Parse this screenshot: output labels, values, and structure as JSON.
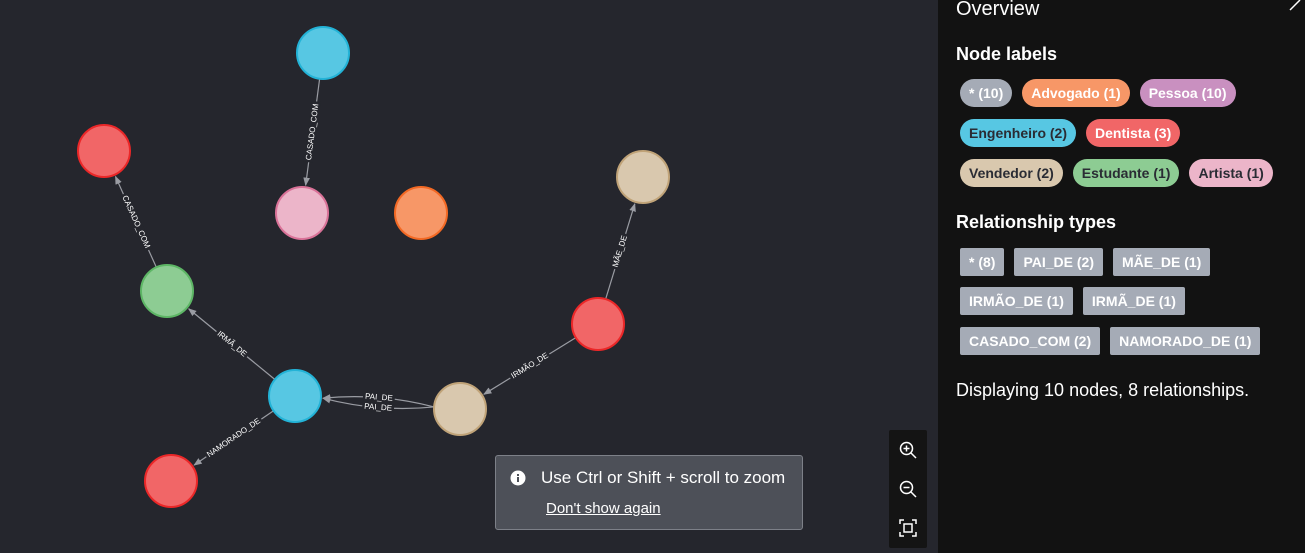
{
  "graph": {
    "nodes": [
      {
        "id": "n1",
        "color": "#57c7e3",
        "border": "#23b3d7"
      },
      {
        "id": "n2",
        "color": "#f16667",
        "border": "#eb2728"
      },
      {
        "id": "n3",
        "color": "#ecb5c9",
        "border": "#da7298"
      },
      {
        "id": "n4",
        "color": "#f79767",
        "border": "#f36924"
      },
      {
        "id": "n5",
        "color": "#d9c8ae",
        "border": "#c0a378"
      },
      {
        "id": "n6",
        "color": "#8dcc93",
        "border": "#5db665"
      },
      {
        "id": "n7",
        "color": "#f16667",
        "border": "#eb2728"
      },
      {
        "id": "n8",
        "color": "#57c7e3",
        "border": "#23b3d7"
      },
      {
        "id": "n9",
        "color": "#d9c8ae",
        "border": "#c0a378"
      },
      {
        "id": "n10",
        "color": "#f16667",
        "border": "#eb2728"
      }
    ],
    "relationships": [
      {
        "from": "n1",
        "to": "n3",
        "type": "CASADO_COM"
      },
      {
        "from": "n6",
        "to": "n2",
        "type": "CASADO_COM"
      },
      {
        "from": "n7",
        "to": "n5",
        "type": "MÃE_DE"
      },
      {
        "from": "n7",
        "to": "n9",
        "type": "IRMÃO_DE"
      },
      {
        "from": "n8",
        "to": "n6",
        "type": "IRMÃ_DE"
      },
      {
        "from": "n9",
        "to": "n8",
        "type": "PAI_DE"
      },
      {
        "from": "n9",
        "to": "n8",
        "type": "PAI_DE"
      },
      {
        "from": "n8",
        "to": "n10",
        "type": "NAMORADO_DE"
      }
    ]
  },
  "zoom_controls": {
    "zoom_in_icon": "zoom-in-icon",
    "zoom_out_icon": "zoom-out-icon",
    "fit_icon": "fit-to-screen-icon"
  },
  "toast": {
    "message": "Use Ctrl or Shift + scroll to zoom",
    "dismiss_label": "Don't show again"
  },
  "sidebar": {
    "title": "Overview",
    "node_labels_title": "Node labels",
    "node_labels": [
      {
        "label": "* (10)",
        "bg": "#a5abb6",
        "fg": "#ffffff"
      },
      {
        "label": "Advogado (1)",
        "bg": "#f79767",
        "fg": "#ffffff"
      },
      {
        "label": "Pessoa (10)",
        "bg": "#c990c0",
        "fg": "#ffffff"
      },
      {
        "label": "Engenheiro (2)",
        "bg": "#57c7e3",
        "fg": "#2a2c34"
      },
      {
        "label": "Dentista (3)",
        "bg": "#f16667",
        "fg": "#ffffff"
      },
      {
        "label": "Vendedor (2)",
        "bg": "#d9c8ae",
        "fg": "#2a2c34"
      },
      {
        "label": "Estudante (1)",
        "bg": "#8dcc93",
        "fg": "#2a2c34"
      },
      {
        "label": "Artista (1)",
        "bg": "#ecb5c9",
        "fg": "#2a2c34"
      }
    ],
    "rel_types_title": "Relationship types",
    "rel_types": [
      "* (8)",
      "PAI_DE (2)",
      "MÃE_DE (1)",
      "IRMÃO_DE (1)",
      "IRMÃ_DE (1)",
      "CASADO_COM (2)",
      "NAMORADO_DE (1)"
    ],
    "summary": "Displaying 10 nodes, 8 relationships."
  }
}
